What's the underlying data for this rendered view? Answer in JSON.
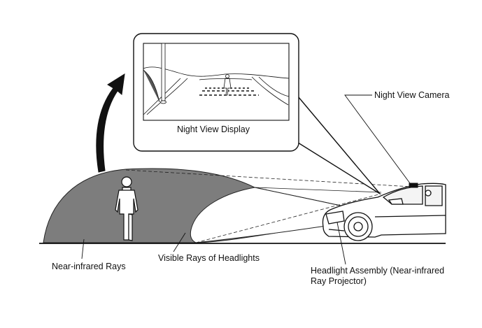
{
  "labels": {
    "night_view_camera": "Night View Camera",
    "night_view_display": "Night View Display",
    "near_infrared_rays": "Near-infrared Rays",
    "visible_rays": "Visible Rays of Headlights",
    "headlight_assembly": "Headlight Assembly (Near-infrared Ray Projector)"
  },
  "colors": {
    "infrared_area": "#7d7d7d",
    "visible_area": "#ffffff",
    "line": "#111111"
  },
  "icons": [
    "pedestrian-icon",
    "car-icon",
    "camera-icon",
    "curved-arrow-icon"
  ]
}
